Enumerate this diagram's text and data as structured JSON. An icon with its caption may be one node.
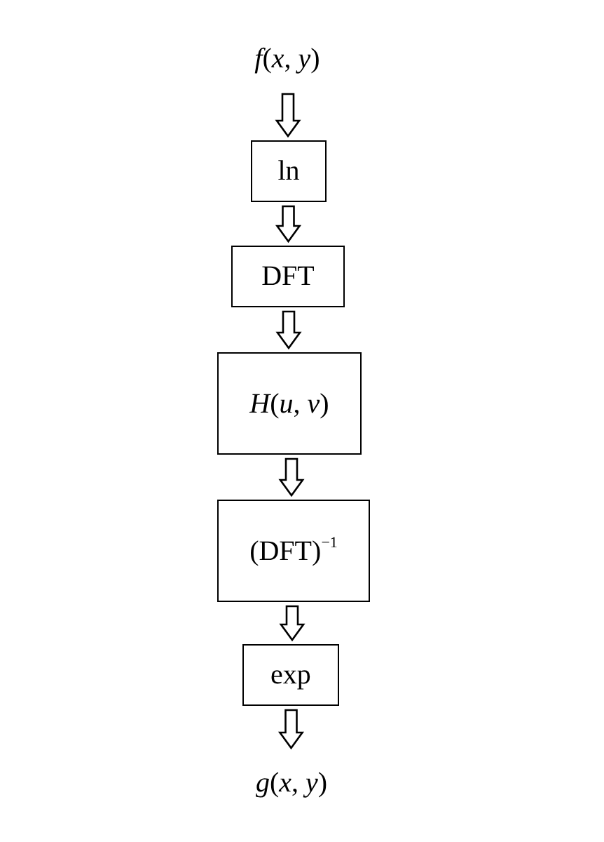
{
  "diagram": {
    "nodes": [
      {
        "text": [
          "*f*(*x*, *y*)"
        ]
      },
      {
        "text": [
          "ln"
        ]
      },
      {
        "text": [
          "DFT"
        ]
      },
      {
        "text": [
          "*H*(*u*, *v*)"
        ]
      },
      {
        "text": [
          "(DFT)$^{−1}$"
        ]
      },
      {
        "text": [
          "exp"
        ]
      },
      {
        "text": [
          "*g*(*x*, *y*)"
        ]
      }
    ],
    "edges": [
      {
        "from": 0,
        "to": 1,
        "arrow": "to"
      },
      {
        "from": 1,
        "to": 2,
        "arrow": "to"
      },
      {
        "from": 2,
        "to": 3,
        "arrow": "to"
      },
      {
        "from": 3,
        "to": 4,
        "arrow": "to"
      },
      {
        "from": 4,
        "to": 5,
        "arrow": "to"
      },
      {
        "from": 5,
        "to": 6,
        "arrow": "to"
      }
    ]
  }
}
